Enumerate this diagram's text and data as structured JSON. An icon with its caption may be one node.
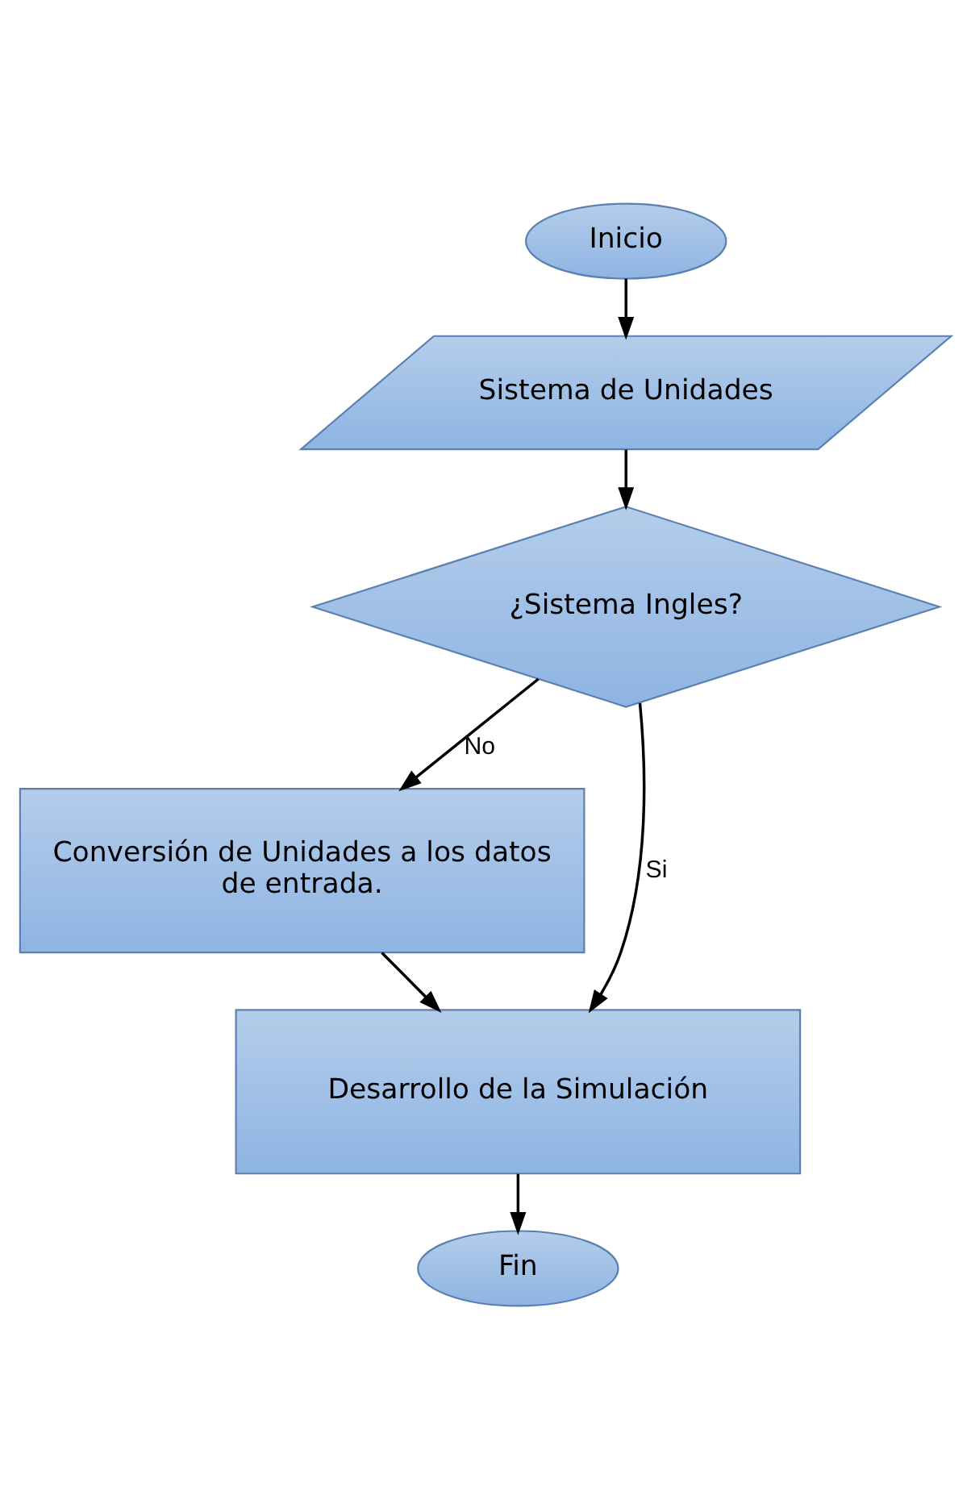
{
  "diagram": {
    "nodes": [
      {
        "text": [
          "Inicio"
        ]
      },
      {
        "text": [
          "Sistema de Unidades"
        ]
      },
      {
        "text": [
          "¿Sistema Ingles?"
        ]
      },
      {
        "text": [
          "Conversión de Unidades a los datos de entrada."
        ]
      },
      {
        "text": [
          "Desarrollo de la Simulación"
        ]
      },
      {
        "text": [
          "Fin"
        ]
      }
    ],
    "edges": [
      {
        "from": 0,
        "to": 1,
        "arrow": "to"
      },
      {
        "from": 1,
        "to": 2,
        "arrow": "to"
      },
      {
        "from": 2,
        "to": 3,
        "arrow": "to",
        "label": "No"
      },
      {
        "from": 3,
        "to": 4,
        "arrow": "to"
      },
      {
        "from": 2,
        "to": 4,
        "arrow": "to",
        "label": "Si"
      },
      {
        "from": 4,
        "to": 5,
        "arrow": "to"
      }
    ]
  }
}
